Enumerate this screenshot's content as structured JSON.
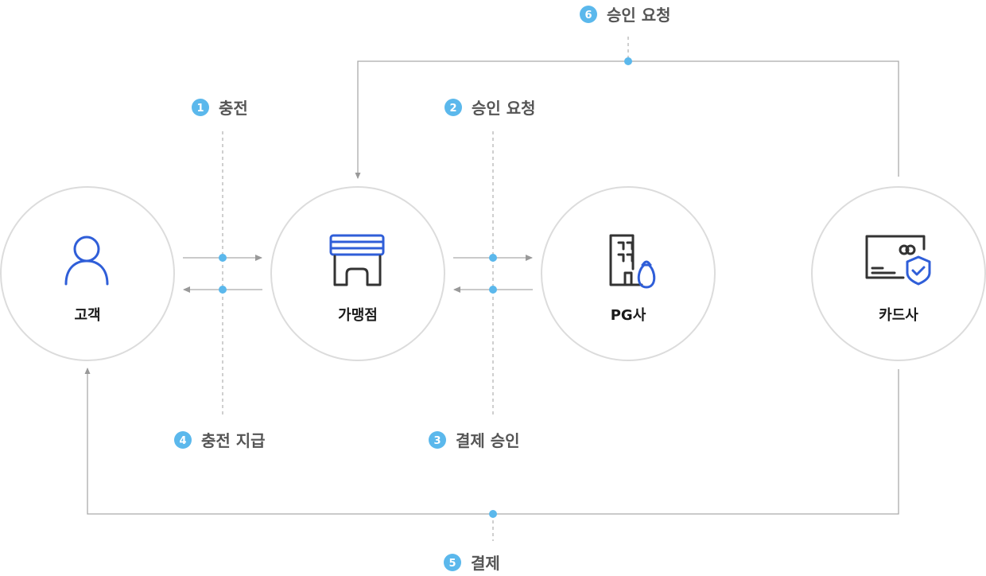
{
  "nodes": {
    "customer": {
      "label": "고객",
      "icon": "person-icon"
    },
    "merchant": {
      "label": "가맹점",
      "icon": "store-icon"
    },
    "pg": {
      "label": "PG사",
      "icon": "building-money-icon"
    },
    "card_company": {
      "label": "카드사",
      "icon": "card-shield-icon"
    }
  },
  "steps": [
    {
      "num": "1",
      "label": "충전"
    },
    {
      "num": "2",
      "label": "승인 요청"
    },
    {
      "num": "3",
      "label": "결제 승인"
    },
    {
      "num": "4",
      "label": "충전 지급"
    },
    {
      "num": "5",
      "label": "결제"
    },
    {
      "num": "6",
      "label": "승인 요청"
    }
  ],
  "colors": {
    "badge": "#5bb8ec",
    "icon_accent": "#2f5ed8",
    "icon_dark": "#333333",
    "circle_border": "#dcdcdc",
    "line": "#aaaaaa"
  }
}
